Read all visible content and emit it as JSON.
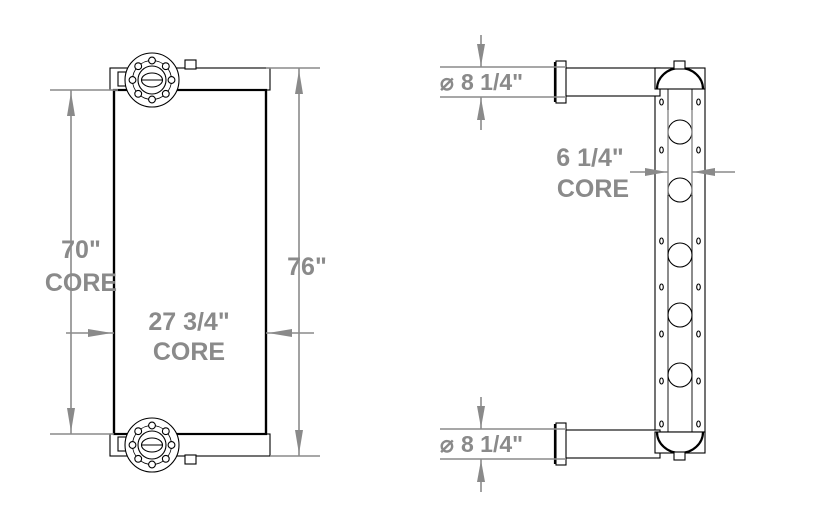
{
  "drawing": {
    "title": "Heat Exchanger / Oil Cooler Dimensional Drawing",
    "background_color": "#ffffff",
    "line_color": "#000000",
    "dimension_color": "#8a8a8a",
    "views": [
      {
        "id": "front-view",
        "name": "Front View"
      },
      {
        "id": "side-view",
        "name": "Side View"
      }
    ]
  },
  "dimensions": {
    "core_height": {
      "value": "70\"",
      "qualifier": "CORE",
      "view": "front"
    },
    "overall_height": {
      "value": "76\"",
      "qualifier": "",
      "view": "front"
    },
    "core_width": {
      "value": "27 3/4\"",
      "qualifier": "CORE",
      "view": "front"
    },
    "core_depth": {
      "value": "6 1/4\"",
      "qualifier": "CORE",
      "view": "side"
    },
    "top_port_diameter": {
      "symbol": "⌀",
      "value": "8 1/4\"",
      "view": "side"
    },
    "bottom_port_diameter": {
      "symbol": "⌀",
      "value": "8 1/4\"",
      "view": "side"
    }
  },
  "labels": {
    "core_height_value": "70\"",
    "core_height_word": "CORE",
    "overall_height_value": "76\"",
    "core_width_value": "27 3/4\"",
    "core_width_word": "CORE",
    "core_depth_value": "6 1/4\"",
    "core_depth_word": "CORE",
    "diameter_symbol_top": "⌀",
    "diameter_value_top": "8 1/4\"",
    "diameter_symbol_bottom": "⌀",
    "diameter_value_bottom": "8 1/4\""
  },
  "geometry": {
    "flange_bolt_count": 8,
    "side_view_large_holes": 5,
    "side_view_rail_holes_per_side": 6
  }
}
